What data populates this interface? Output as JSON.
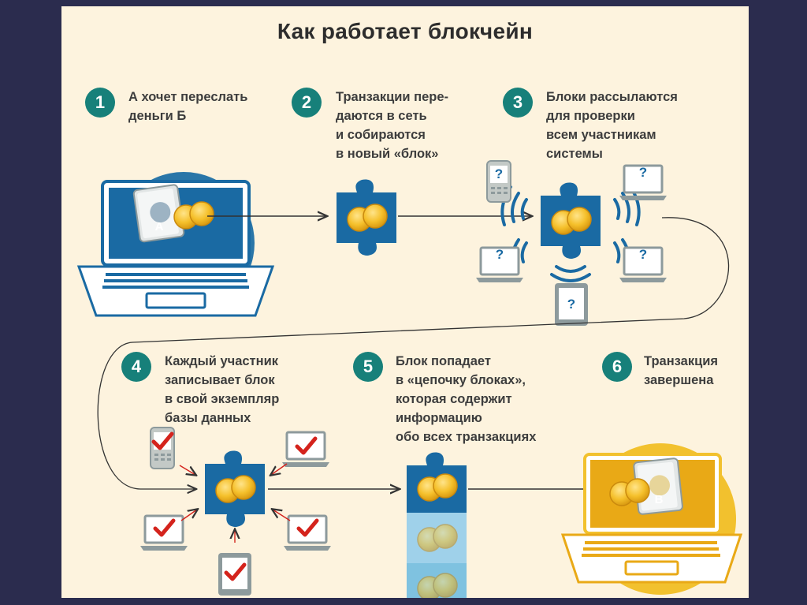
{
  "title": "Как работает блокчейн",
  "colors": {
    "background": "#2b2c4e",
    "panel": "#fdf3de",
    "teal": "#17807a",
    "blue": "#1a6aa3",
    "circle_blue": "#2a76a8",
    "yellow": "#f2c12e",
    "check_red": "#d4231c",
    "device_gray": "#9aa6a8"
  },
  "steps": [
    {
      "number": "1",
      "lines": [
        "А хочет переслать",
        "деньги Б"
      ]
    },
    {
      "number": "2",
      "lines": [
        "Транзакции пере-",
        "даются в сеть",
        "и собираются",
        "в новый «блок»"
      ]
    },
    {
      "number": "3",
      "lines": [
        "Блоки рассылаются",
        "для проверки",
        "всем участникам",
        "системы"
      ]
    },
    {
      "number": "4",
      "lines": [
        "Каждый участник",
        "записывает блок",
        "в свой экземпляр",
        "базы данных"
      ]
    },
    {
      "number": "5",
      "lines": [
        "Блок попадает",
        "в «цепочку блоках»,",
        "которая содержит",
        "информацию",
        "обо всех транзакциях"
      ]
    },
    {
      "number": "6",
      "lines": [
        "Транзакция",
        "завершена"
      ]
    }
  ],
  "labels": {
    "wallet_a": "A",
    "wallet_b": "B",
    "question_mark": "?"
  },
  "icons": [
    "laptop-icon",
    "wallet-icon",
    "coin-icon",
    "puzzle-block-icon",
    "phone-icon",
    "tablet-icon",
    "monitor-icon",
    "checkmark-icon",
    "question-icon",
    "arrow-icon"
  ]
}
